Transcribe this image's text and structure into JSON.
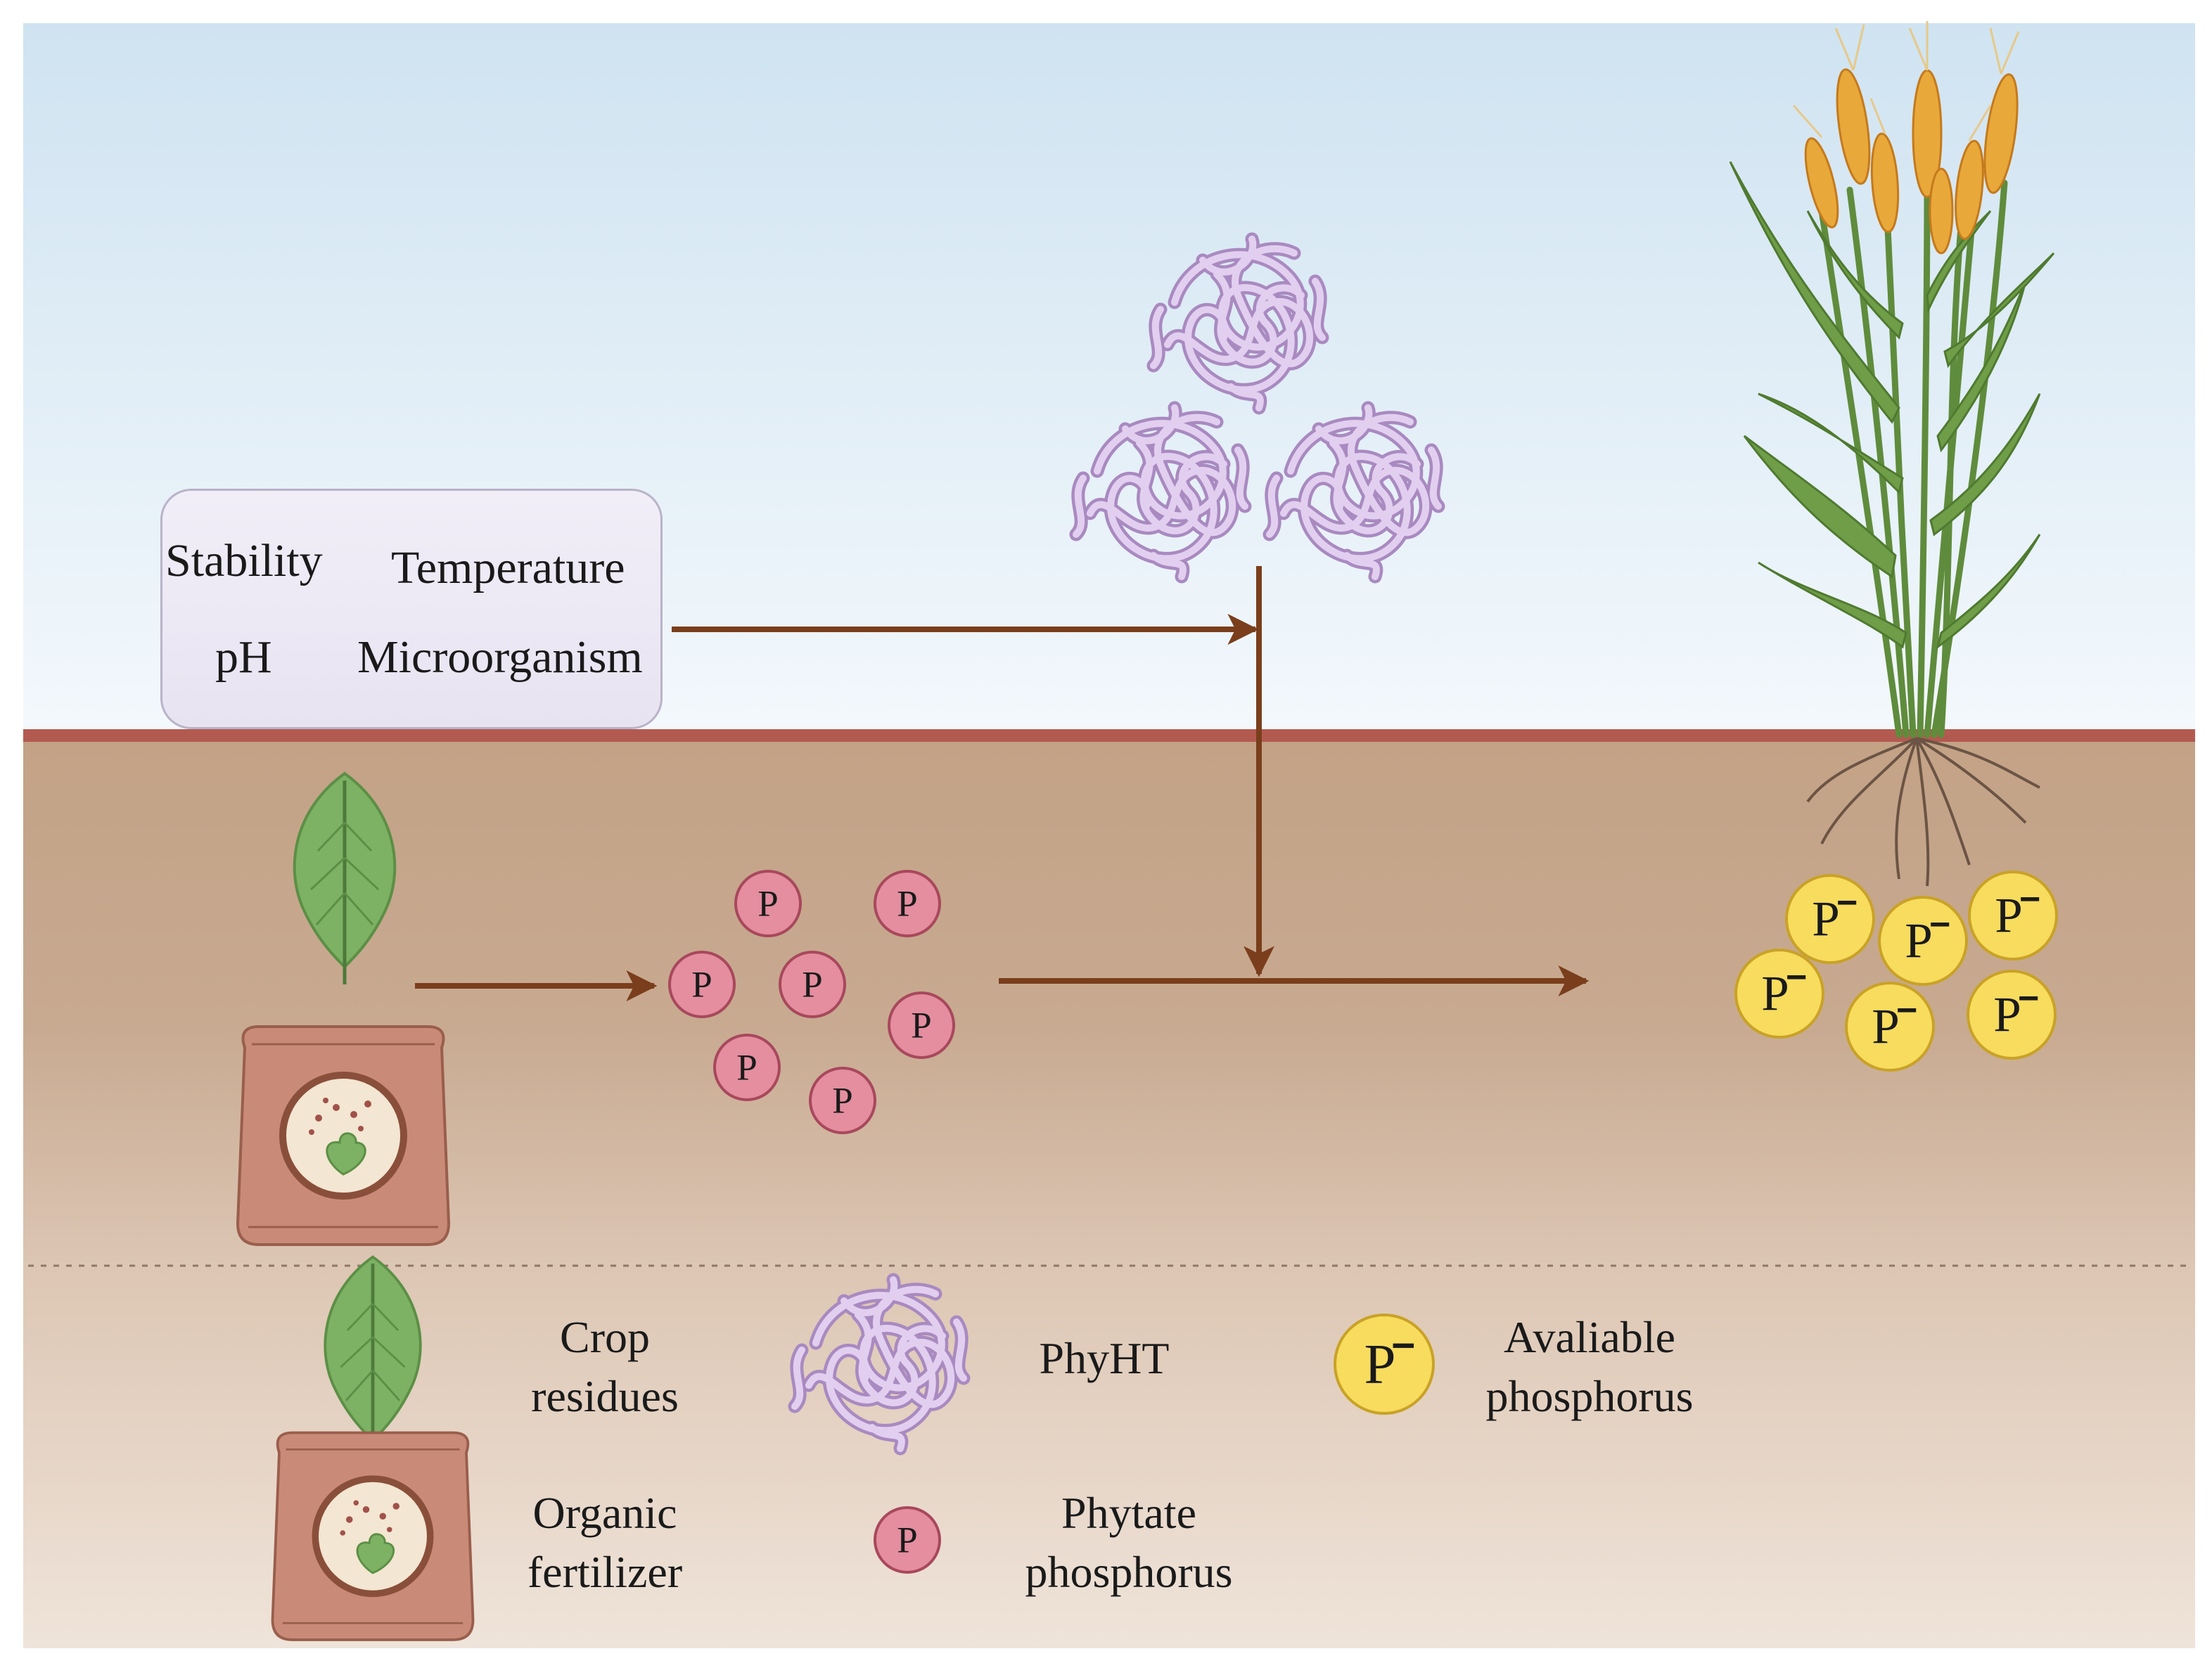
{
  "factors": {
    "stability": "Stability",
    "temperature": "Temperature",
    "ph": "pH",
    "microorganism": "Microorganism"
  },
  "phytate_symbol": "P",
  "available_symbol": "P",
  "legend": {
    "crop_residues": "Crop\nresidues",
    "organic_fertilizer": "Organic\nfertilizer",
    "phyht": "PhyHT",
    "phytate_phosphorus": "Phytate\nphosphorus",
    "available_phosphorus": "Avaliable\nphosphorus"
  },
  "colors": {
    "sky_top": "#cfe3f1",
    "soil": "#c3a286",
    "soil_line": "#b35a50",
    "arrow": "#7a3e1c",
    "phytate_fill": "#e48ea0",
    "available_fill": "#f7dc5e",
    "phyht": "#c9a9dc",
    "leaf": "#7db163",
    "bag": "#c98b78"
  }
}
